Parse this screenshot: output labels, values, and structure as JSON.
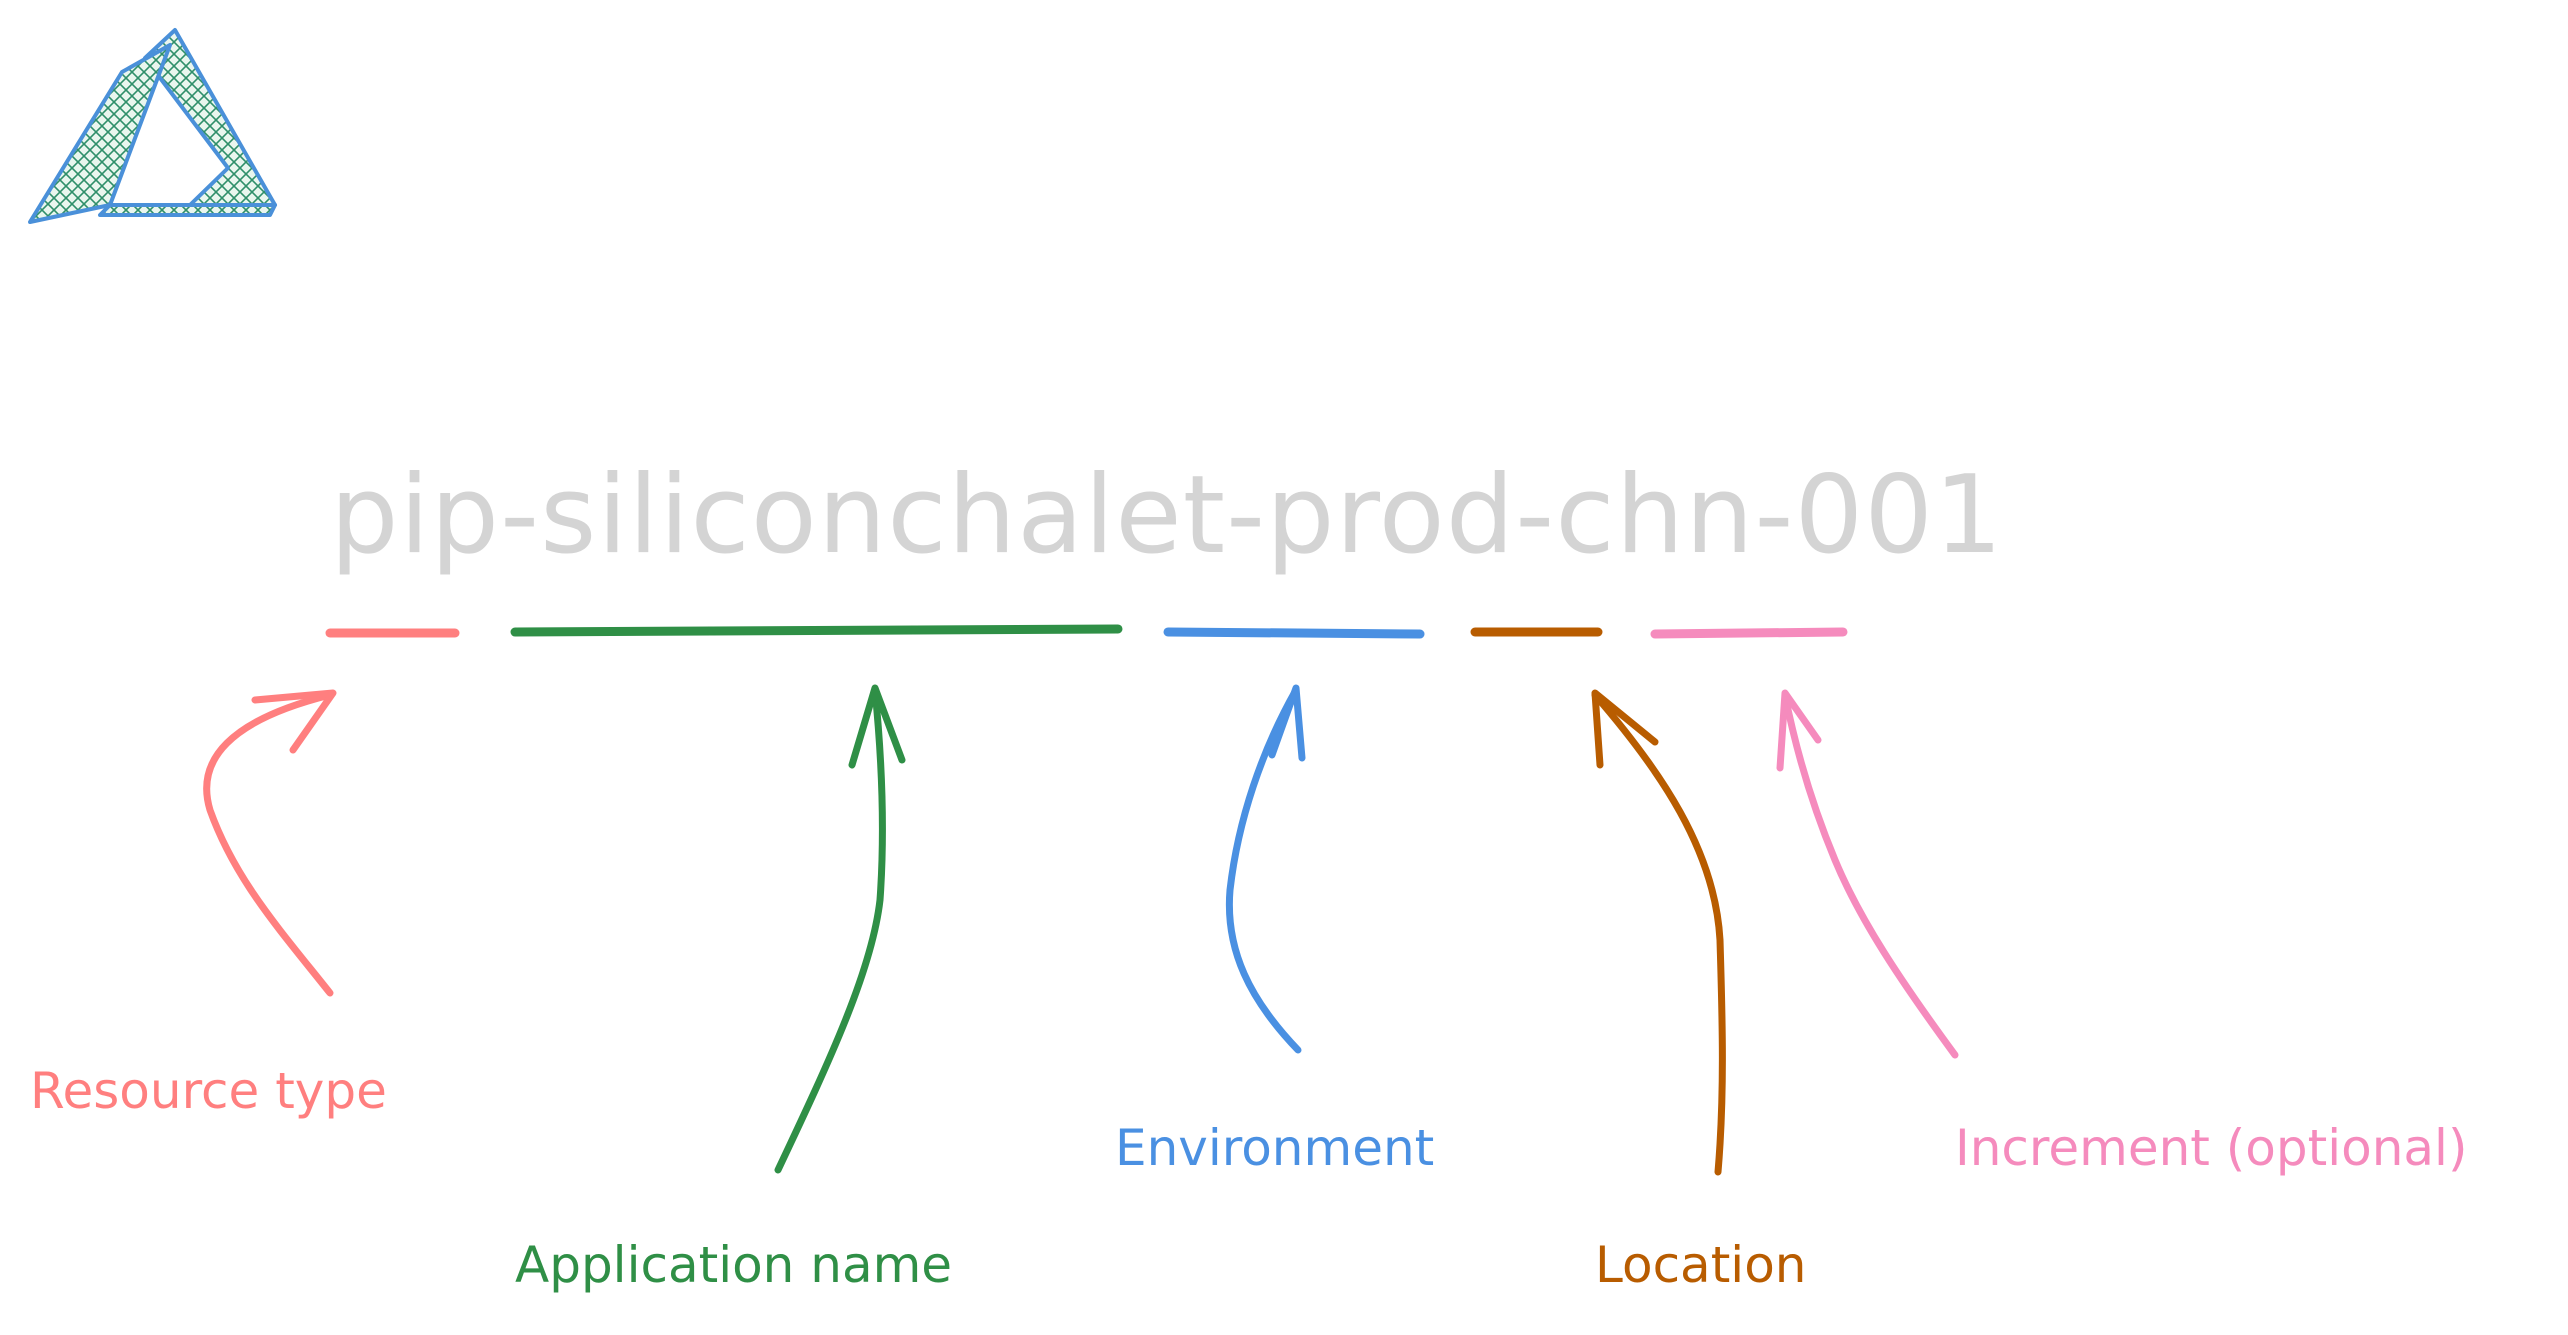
{
  "resource_name": "pip-siliconchalet-prod-chn-001",
  "logo": {
    "icon": "triangle-logo-icon",
    "color": "#4a90d9"
  },
  "segments": [
    {
      "key": "resource_type",
      "label": "Resource type",
      "color": "#ff7f7f"
    },
    {
      "key": "application_name",
      "label": "Application name",
      "color": "#2f8f46"
    },
    {
      "key": "environment",
      "label": "Environment",
      "color": "#4a90e2"
    },
    {
      "key": "location",
      "label": "Location",
      "color": "#b85c00"
    },
    {
      "key": "increment",
      "label": "Increment (optional)",
      "color": "#f58bbd"
    }
  ]
}
